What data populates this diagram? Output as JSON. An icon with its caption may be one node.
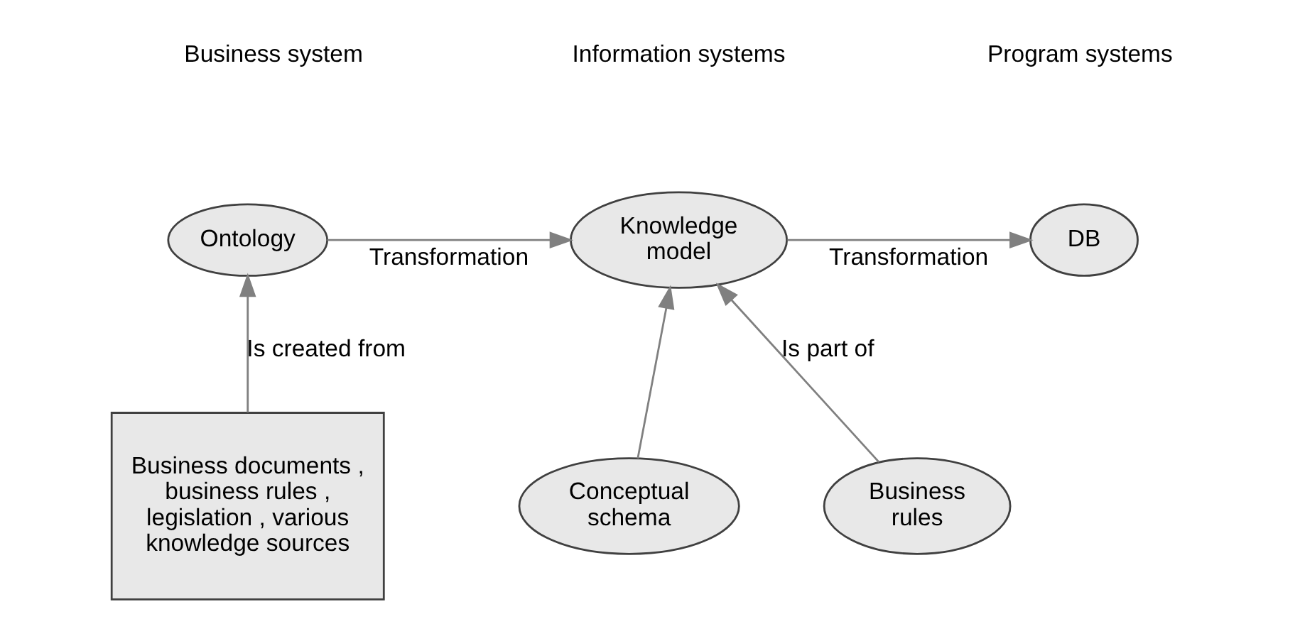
{
  "diagram": {
    "nodes": [
      {
        "text": [
          "Ontology"
        ]
      },
      {
        "text": [
          "Knowledge model"
        ]
      },
      {
        "text": [
          "DB"
        ]
      },
      {
        "text": [
          "Business rules"
        ]
      },
      {
        "text": [
          "Conceptual schema"
        ]
      },
      {
        "text": [
          "Business documents , business rules , legislation , various knowledge sources"
        ]
      }
    ],
    "edges": [
      {
        "from": 5,
        "to": 0,
        "arrow": "to",
        "label": "Is created from"
      },
      {
        "from": 0,
        "to": 1,
        "arrow": "to",
        "label": "Transformation"
      },
      {
        "from": 1,
        "to": 2,
        "arrow": "to",
        "label": "Transformation"
      },
      {
        "from": 3,
        "to": 1,
        "arrow": "to",
        "label": "Is part of"
      },
      {
        "from": 4,
        "to": 1,
        "arrow": "to"
      }
    ],
    "labels": [
      "Business system",
      "Information systems",
      "Program systems"
    ]
  }
}
